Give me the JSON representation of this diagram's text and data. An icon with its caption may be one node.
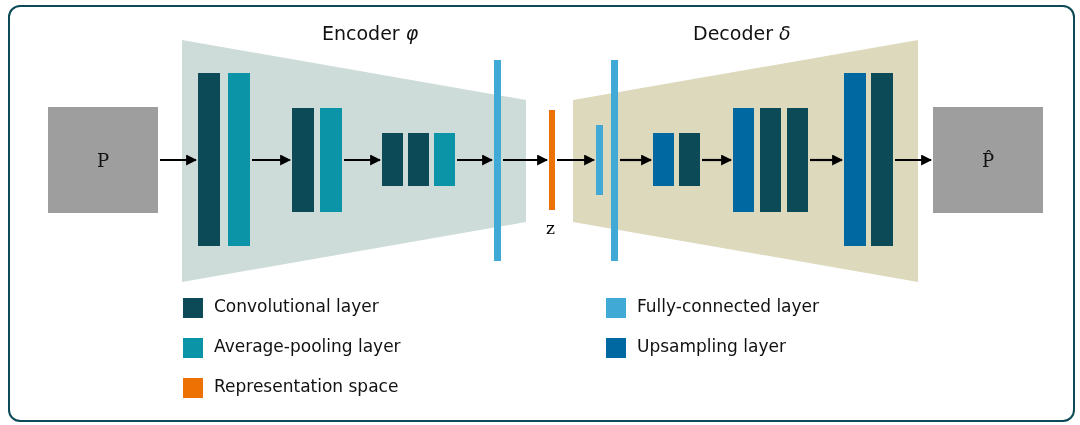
{
  "diagram": {
    "nodes": [
      {
        "text": [
          "Encoder *φ*"
        ]
      },
      {
        "text": [
          "Decoder *δ*"
        ]
      },
      {
        "text": [
          "P"
        ]
      },
      {
        "text": [],
        "shape": "bar",
        "in": 0
      },
      {
        "text": [],
        "shape": "bar",
        "in": 0
      },
      {
        "text": [],
        "shape": "bar",
        "in": 0
      },
      {
        "text": [],
        "shape": "bar",
        "in": 0
      },
      {
        "text": [],
        "shape": "bar",
        "in": 0
      },
      {
        "text": [],
        "shape": "bar",
        "in": 0
      },
      {
        "text": [],
        "shape": "bar",
        "in": 0
      },
      {
        "text": [],
        "shape": "bar",
        "in": 0
      },
      {
        "text": [],
        "shape": "bar",
        "beside": [
          "z"
        ]
      },
      {
        "text": [],
        "shape": "bar",
        "in": 1
      },
      {
        "text": [],
        "shape": "bar",
        "in": 1
      },
      {
        "text": [],
        "shape": "bar",
        "in": 1
      },
      {
        "text": [],
        "shape": "bar",
        "in": 1
      },
      {
        "text": [],
        "shape": "bar",
        "in": 1
      },
      {
        "text": [],
        "shape": "bar",
        "in": 1
      },
      {
        "text": [],
        "shape": "bar",
        "in": 1
      },
      {
        "text": [],
        "shape": "bar",
        "in": 1
      },
      {
        "text": [],
        "shape": "bar",
        "in": 1
      },
      {
        "text": [
          "P̂"
        ]
      }
    ],
    "edges": [
      {
        "from": 2,
        "to": 3,
        "arrow": "to"
      },
      {
        "from": 4,
        "to": 5,
        "arrow": "to"
      },
      {
        "from": 6,
        "to": 7,
        "arrow": "to"
      },
      {
        "from": 9,
        "to": 10,
        "arrow": "to"
      },
      {
        "from": 10,
        "to": 11,
        "arrow": "to"
      },
      {
        "from": 11,
        "to": 12,
        "arrow": "to"
      },
      {
        "from": 13,
        "to": 14,
        "arrow": "to"
      },
      {
        "from": 15,
        "to": 16,
        "arrow": "to"
      },
      {
        "from": 18,
        "to": 19,
        "arrow": "to"
      },
      {
        "from": 20,
        "to": 21,
        "arrow": "to"
      }
    ],
    "legend": [
      {
        "text": "Convolutional layer",
        "color": "#0c4a58"
      },
      {
        "text": "Average-pooling layer",
        "color": "#0b93a8"
      },
      {
        "text": "Representation space",
        "color": "#ee7203"
      },
      {
        "text": "Fully-connected layer",
        "color": "#40a9d6"
      },
      {
        "text": "Upsampling layer",
        "color": "#0068a0"
      }
    ]
  }
}
